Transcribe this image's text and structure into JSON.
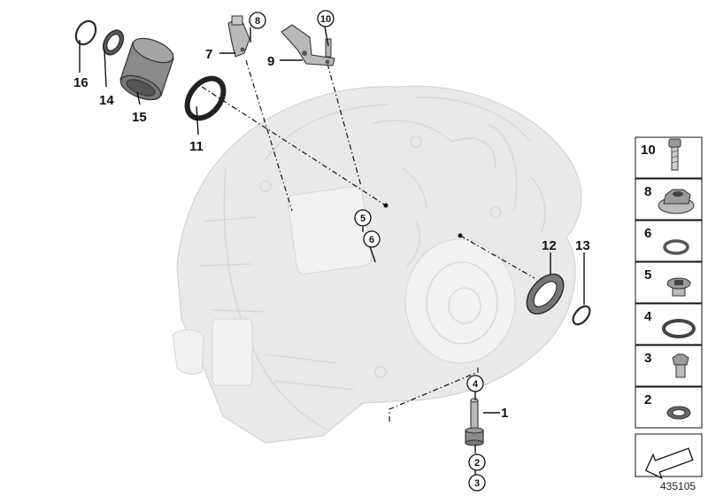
{
  "callouts": {
    "c1": "1",
    "c2": "2",
    "c3": "3",
    "c4": "4",
    "c5": "5",
    "c6": "6",
    "c7": "7",
    "c8": "8",
    "c9": "9",
    "c10": "10",
    "c11": "11",
    "c12": "12",
    "c13": "13",
    "c14": "14",
    "c15": "15",
    "c16": "16"
  },
  "legend": {
    "items": [
      {
        "number": "10",
        "icon": "screw-icon"
      },
      {
        "number": "8",
        "icon": "hex-nut-icon"
      },
      {
        "number": "6",
        "icon": "o-ring-icon"
      },
      {
        "number": "5",
        "icon": "plug-screw-icon"
      },
      {
        "number": "4",
        "icon": "o-ring-icon"
      },
      {
        "number": "3",
        "icon": "plug-icon"
      },
      {
        "number": "2",
        "icon": "seal-ring-icon"
      }
    ],
    "arrow_icon": "arrow-left-down-icon"
  },
  "reference_number": "435105",
  "colors": {
    "housing": "#e9e9e9",
    "parts": "#8a8a8a",
    "lines": "#111111"
  }
}
